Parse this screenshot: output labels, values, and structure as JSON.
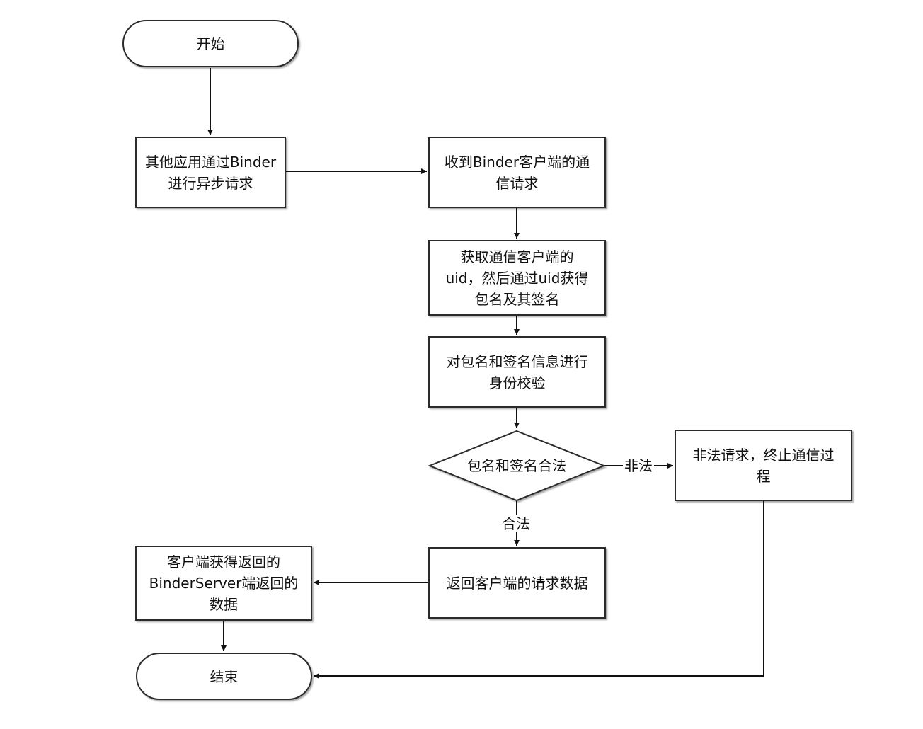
{
  "diagram": {
    "nodes": {
      "start": "开始",
      "other_app": "其他应用通过Binder\n进行异步请求",
      "receive": "收到Binder客户端的通\n信请求",
      "get_uid": "获取通信客户端的\nuid，然后通过uid获得\n包名及其签名",
      "verify": "对包名和签名信息进行\n身份校验",
      "decision": "包名和签名合法",
      "illegal": "非法请求，终止通信过\n程",
      "return_data": "返回客户端的请求数据",
      "client_gets": "客户端获得返回的\nBinderServer端返回的\n数据",
      "end": "结束"
    },
    "edge_labels": {
      "illegal": "非法",
      "legal": "合法"
    }
  }
}
